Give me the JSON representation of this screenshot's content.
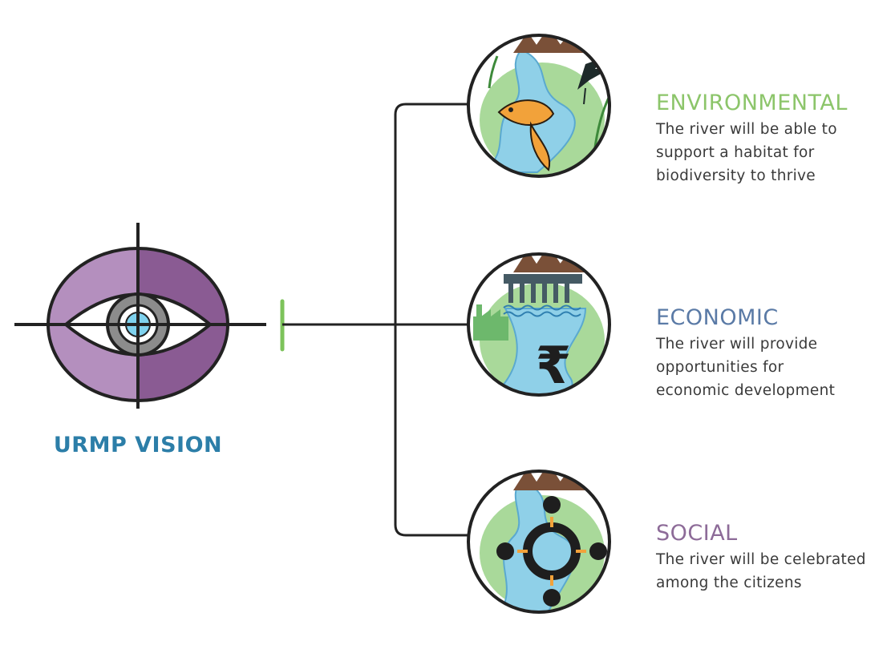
{
  "vision": {
    "title": "URMP VISION",
    "title_color": "#2c7ea8",
    "eye_colors": {
      "oval_light": "#b48fbe",
      "oval_dark": "#8a5b93",
      "iris_ring": "#8c8c8c",
      "pupil": "#7fd2ee"
    },
    "connector_mark_color": "#7dc35b"
  },
  "pillars": [
    {
      "id": "environmental",
      "title": "ENVIRONMENTAL",
      "title_color": "#8cc56a",
      "description_lines": [
        "The river will be able to",
        "support a habitat for",
        "biodiversity to thrive"
      ],
      "icon": "river-fish-bird-icon"
    },
    {
      "id": "economic",
      "title": "ECONOMIC",
      "title_color": "#5a7aa6",
      "description_lines": [
        "The river will provide",
        "opportunities for",
        "economic development"
      ],
      "icon": "river-rupee-dam-icon",
      "symbol": "₹"
    },
    {
      "id": "social",
      "title": "SOCIAL",
      "title_color": "#8d6b98",
      "description_lines": [
        "The river will be celebrated",
        "among the citizens"
      ],
      "icon": "river-people-circle-icon"
    }
  ],
  "colors": {
    "line": "#222222",
    "water": "#8fd0e8",
    "water_edge": "#5aa9d0",
    "land": "#a9d99a",
    "mountain": "#7a5038",
    "fish": "#f2a23a"
  }
}
